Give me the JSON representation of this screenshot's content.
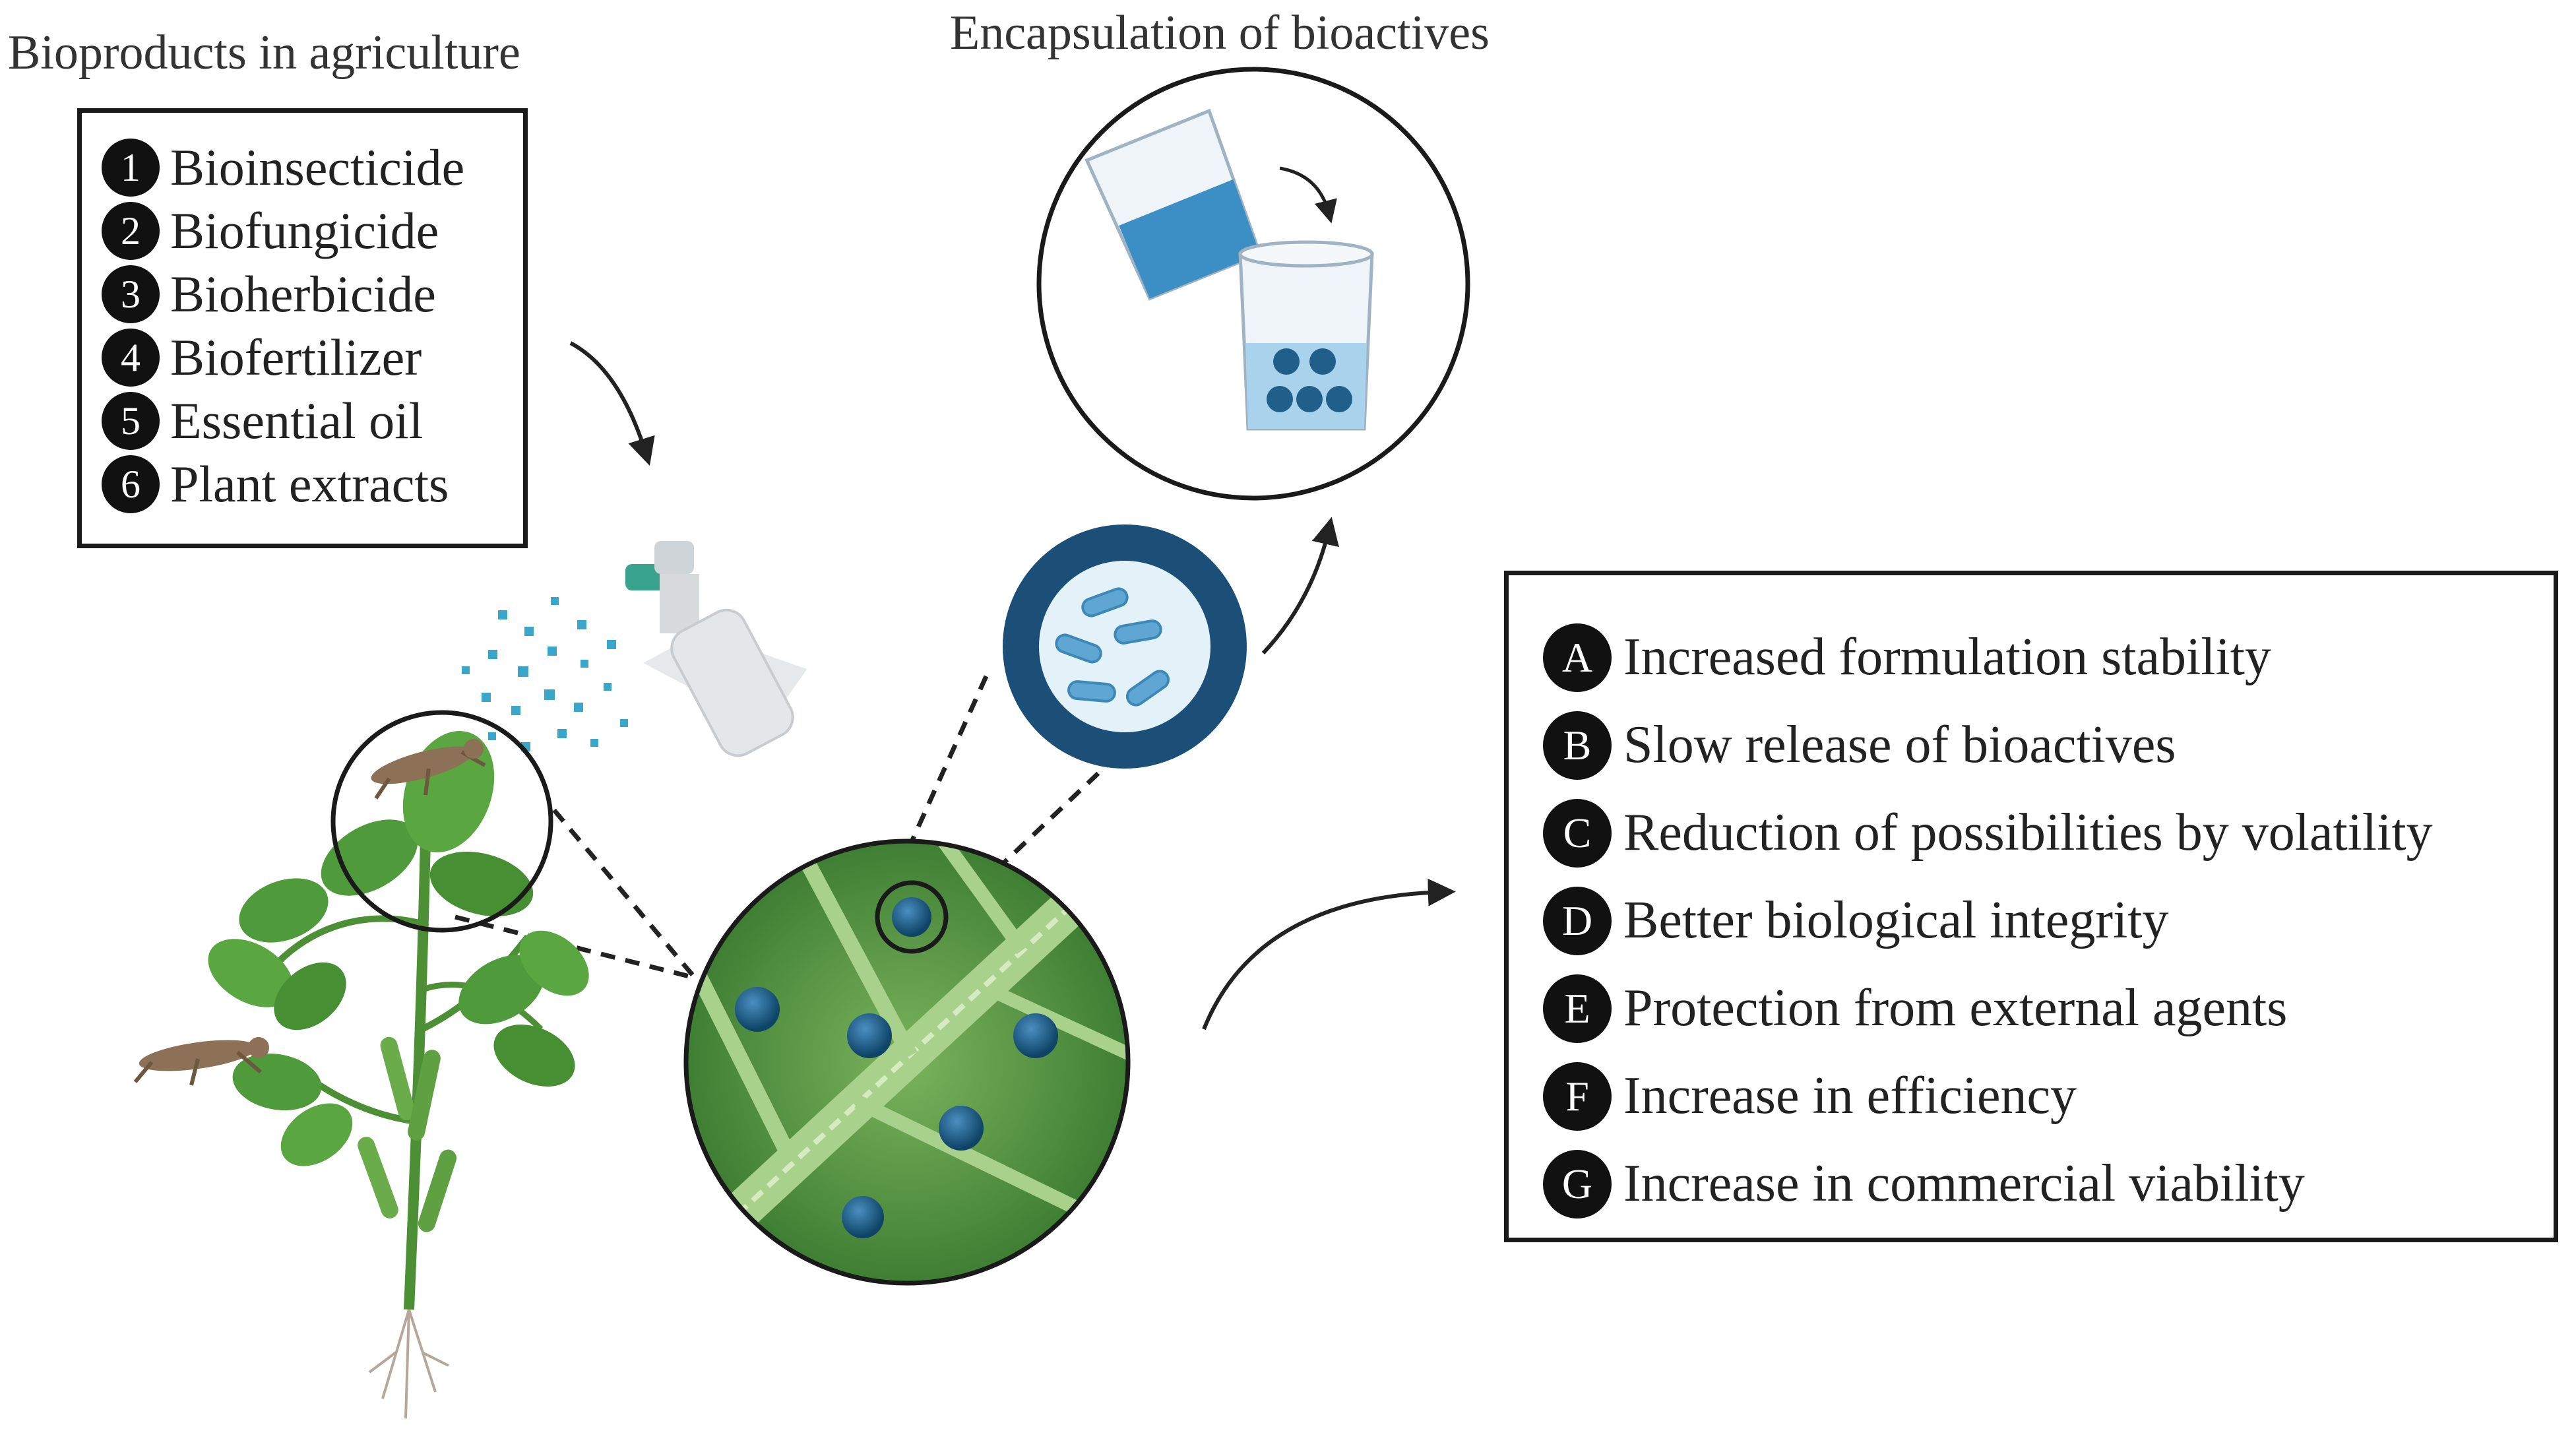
{
  "titles": {
    "left": "Bioproducts in agriculture",
    "top": "Encapsulation of bioactives"
  },
  "bioproducts": [
    {
      "badge": "1",
      "label": "Bioinsecticide"
    },
    {
      "badge": "2",
      "label": "Biofungicide"
    },
    {
      "badge": "3",
      "label": "Bioherbicide"
    },
    {
      "badge": "4",
      "label": "Biofertilizer"
    },
    {
      "badge": "5",
      "label": "Essential oil"
    },
    {
      "badge": "6",
      "label": "Plant extracts"
    }
  ],
  "benefits": [
    {
      "badge": "A",
      "label": "Increased formulation stability"
    },
    {
      "badge": "B",
      "label": "Slow release of bioactives"
    },
    {
      "badge": "C",
      "label": "Reduction of possibilities by volatility"
    },
    {
      "badge": "D",
      "label": "Better biological integrity"
    },
    {
      "badge": "E",
      "label": "Protection from external agents"
    },
    {
      "badge": "F",
      "label": "Increase in efficiency"
    },
    {
      "badge": "G",
      "label": "Increase in commercial viability"
    }
  ],
  "colors": {
    "leaf": "#4f9a3a",
    "leaf_dark": "#2f6e2a",
    "zoom_green": "#5c9a45",
    "capsule": "#1f5f8a",
    "cell_ring": "#1b4f78",
    "liquid": "#3b8fc4",
    "spray": "#3aa6c9"
  },
  "icons": [
    "spray-bottle-icon",
    "plant-icon",
    "grasshopper-icon",
    "beaker-icon",
    "capsule-icon",
    "arrow-icon"
  ]
}
